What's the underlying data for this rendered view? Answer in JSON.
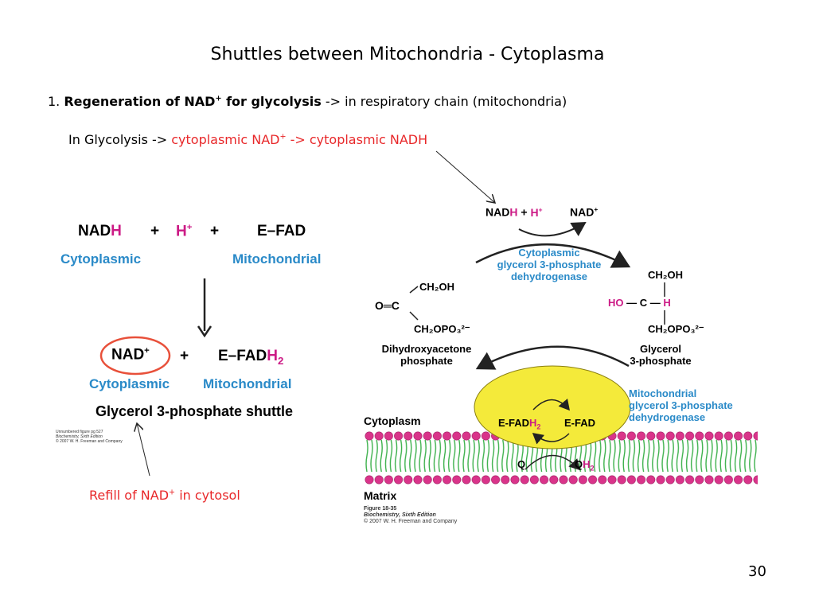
{
  "title": "Shuttles between Mitochondria - Cytoplasma",
  "line1": {
    "num": "1.",
    "bold_a": "Regeneration of NAD",
    "bold_sup": "+",
    "bold_b": "for glycolysis",
    "rest": "-> in respiratory chain (mitochondria)"
  },
  "line2": {
    "a": "In Glycolysis ->",
    "r1": "cytoplasmic NAD",
    "r1sup": "+",
    "arrow": "->",
    "r2": "cytoplasmic NADH"
  },
  "equation": {
    "nadh_a": "NAD",
    "nadh_b": "H",
    "plus1": "+",
    "h": "H",
    "hsup": "+",
    "plus2": "+",
    "efad": "E–FAD",
    "cyto1": "Cytoplasmic",
    "mito1": "Mitochondrial",
    "nad": "NAD",
    "nadsup": "+",
    "plus3": "+",
    "efadh": "E–FAD",
    "h2": "H",
    "h2sub": "2",
    "cyto2": "Cytoplasmic",
    "mito2": "Mitochondrial",
    "shuttle": "Glycerol 3-phosphate shuttle"
  },
  "credit_left": {
    "a": "Unnumbered figure pg 527",
    "b": "Biochemistry, Sixth Edition",
    "c": "© 2007 W. H. Freeman and Company"
  },
  "refill": {
    "a": "Refill of NAD",
    "sup": "+",
    "b": "in cytosol"
  },
  "diagram": {
    "nadh_a": "NAD",
    "nadh_b": "H",
    "plus": "+",
    "h": "H",
    "hsup": "+",
    "nad": "NAD",
    "nadsup": "+",
    "cyto_enzyme": [
      "Cytoplasmic",
      "glycerol 3-phosphate",
      "dehydrogenase"
    ],
    "dhap_top": "CH₂OH",
    "dhap_mid": "O═C",
    "dhap_bot": "CH₂OPO₃²⁻",
    "dhap_name": [
      "Dihydroxyacetone",
      "phosphate"
    ],
    "g3p_top": "CH₂OH",
    "g3p_ho": "HO",
    "g3p_c": "C",
    "g3p_h": "H",
    "g3p_bot": "CH₂OPO₃²⁻",
    "g3p_name": [
      "Glycerol",
      "3-phosphate"
    ],
    "mito_enzyme": [
      "Mitochondrial",
      "glycerol 3-phosphate",
      "dehydrogenase"
    ],
    "cytoplasm": "Cytoplasm",
    "matrix": "Matrix",
    "efadh_a": "E-FAD",
    "efadh_b": "H",
    "efadh_sub": "2",
    "efad": "E-FAD",
    "q": "Q",
    "qh_a": "Q",
    "qh_b": "H",
    "qh_sub": "2"
  },
  "credit_right": {
    "a": "Figure 18-35",
    "b": "Biochemistry, Sixth Edition",
    "c": "© 2007 W. H. Freeman and Company"
  },
  "page_number": "30",
  "colors": {
    "red": "#e8282a",
    "blue": "#2a8ac8",
    "magenta": "#cc1b86",
    "enzyme_yellow": "#f4ea3a",
    "membrane_bead": "#d9348a",
    "membrane_tail": "#3bb04a"
  }
}
